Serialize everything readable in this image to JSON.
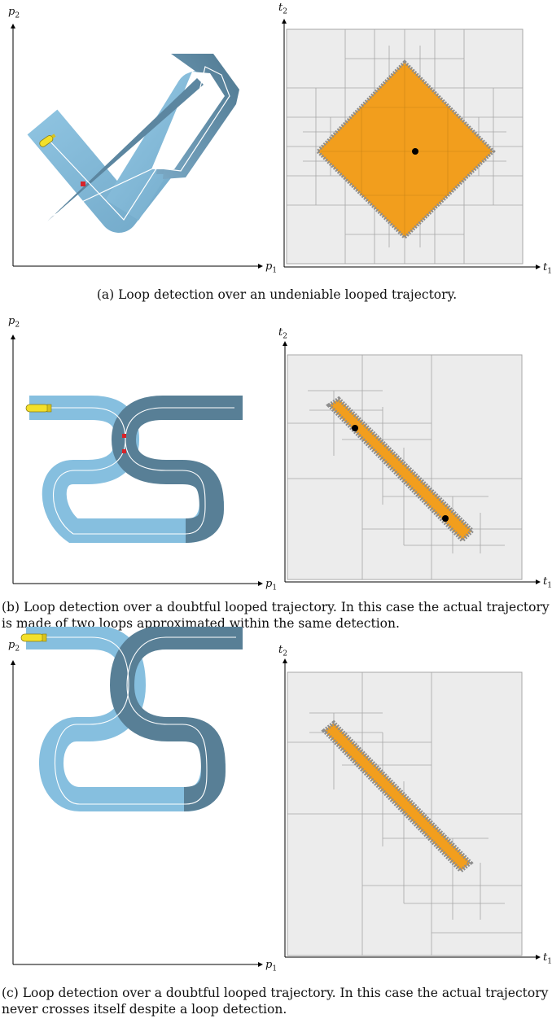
{
  "panels": [
    {
      "id": "a",
      "caption": "(a) Loop detection over an undeniable looped trajectory.",
      "left_axes": {
        "x": "p",
        "x_sub": "1",
        "y": "p",
        "y_sub": "2"
      },
      "right_axes": {
        "x": "t",
        "x_sub": "1",
        "y": "t",
        "y_sub": "2"
      }
    },
    {
      "id": "b",
      "caption": "(b) Loop detection over a doubtful looped trajectory. In this case the actual trajectory is made of two loops approximated within the same detection.",
      "left_axes": {
        "x": "p",
        "x_sub": "1",
        "y": "p",
        "y_sub": "2"
      },
      "right_axes": {
        "x": "t",
        "x_sub": "1",
        "y": "t",
        "y_sub": "2"
      }
    },
    {
      "id": "c",
      "caption": "(c) Loop detection over a doubtful looped trajectory. In this case the actual trajectory never crosses itself despite a loop detection.",
      "left_axes": {
        "x": "p",
        "x_sub": "1",
        "y": "p",
        "y_sub": "2"
      },
      "right_axes": {
        "x": "t",
        "x_sub": "1",
        "y": "t",
        "y_sub": "2"
      }
    }
  ],
  "colors": {
    "tube_light": "#86bfdf",
    "tube_dark": "#587f96",
    "trajectory": "#ffffff",
    "robot": "#f3e02a",
    "loop_marker": "#d8232a",
    "paving_bg": "#ececec",
    "paving_grid": "#a7a7a7",
    "loop_set": "#f29e1d",
    "loop_set_border": "#8e8e8e",
    "solution_point": "#000000"
  }
}
